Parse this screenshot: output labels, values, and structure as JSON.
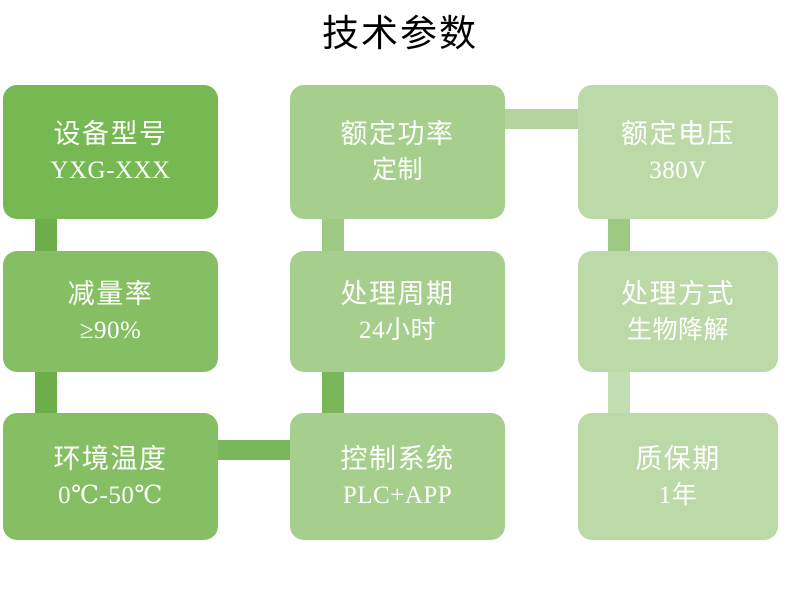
{
  "title": "技术参数",
  "palette": {
    "card_dark": "#76b852",
    "card_mid": "#86bf63",
    "card_light": "#a6cf8d",
    "card_pale": "#bcd9a8",
    "background": "#ffffff",
    "title_color": "#000000",
    "card_text": "#ffffff"
  },
  "cards": [
    {
      "label": "设备型号",
      "value": "YXG-XXX"
    },
    {
      "label": "额定功率",
      "value": "定制"
    },
    {
      "label": "额定电压",
      "value": "380V"
    },
    {
      "label": "减量率",
      "value": "≥90%"
    },
    {
      "label": "处理周期",
      "value": "24小时"
    },
    {
      "label": "处理方式",
      "value": "生物降解"
    },
    {
      "label": "环境温度",
      "value": "0℃-50℃"
    },
    {
      "label": "控制系统",
      "value": "PLC+APP"
    },
    {
      "label": "质保期",
      "value": "1年"
    }
  ]
}
